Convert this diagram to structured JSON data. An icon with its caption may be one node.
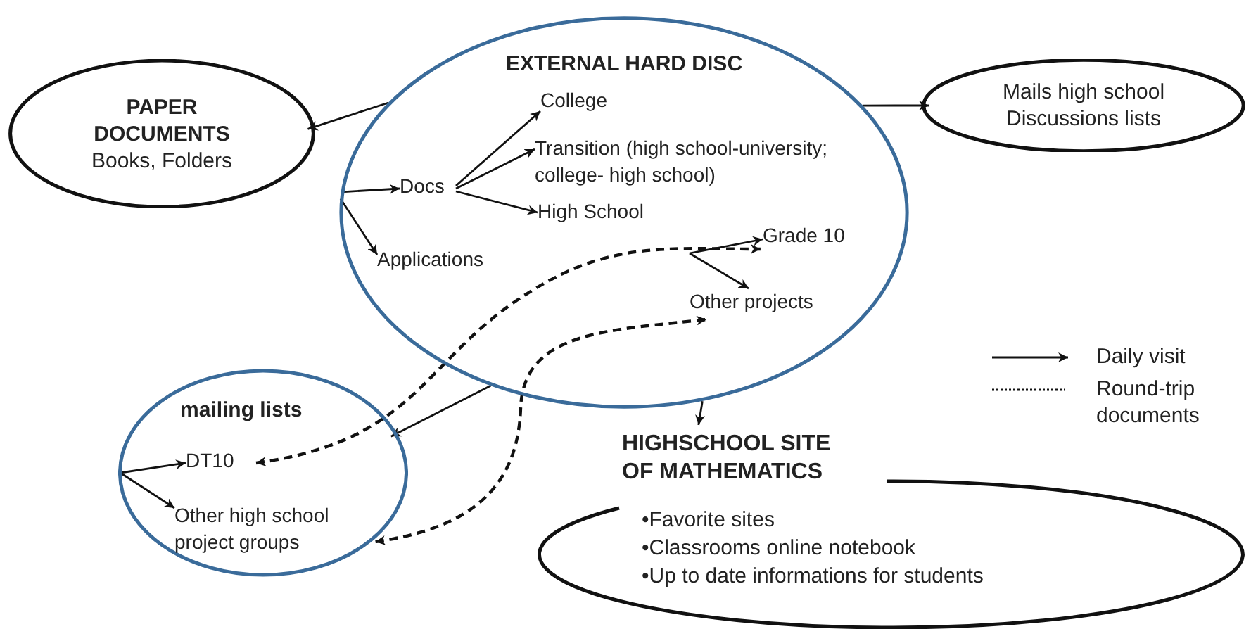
{
  "diagram": {
    "nodes": [
      {
        "text": [
          "PAPER DOCUMENTS",
          "Books, Folders"
        ]
      },
      {
        "text": [
          "EXTERNAL HARD DISC"
        ]
      },
      {
        "text": [
          "Docs"
        ],
        "in": 1
      },
      {
        "text": [
          "College"
        ],
        "in": 1
      },
      {
        "text": [
          "Transition (high school-university; college- high school)"
        ],
        "in": 1
      },
      {
        "text": [
          "High School"
        ],
        "in": 1
      },
      {
        "text": [
          "Applications"
        ],
        "in": 1
      },
      {
        "text": [
          "Grade 10"
        ],
        "in": 1
      },
      {
        "text": [
          "Other projects"
        ],
        "in": 1
      },
      {
        "text": [
          "Mails high school Discussions lists"
        ]
      },
      {
        "text": [
          "mailing lists"
        ]
      },
      {
        "text": [
          "DT10"
        ],
        "in": 10
      },
      {
        "text": [
          "Other high school project groups"
        ],
        "in": 10
      },
      {
        "text": [
          "HIGHSCHOOL SITE OF MATHEMATICS",
          "•Favorite sites",
          "•Classrooms online notebook",
          "•Up to date informations for students"
        ]
      }
    ],
    "edges": [
      {
        "from": 1,
        "to": 0,
        "arrow": "to"
      },
      {
        "from": 1,
        "to": 9,
        "arrow": "to"
      },
      {
        "from": 1,
        "to": 2,
        "arrow": "to"
      },
      {
        "from": 2,
        "to": 3,
        "arrow": "to"
      },
      {
        "from": 2,
        "to": 4,
        "arrow": "to"
      },
      {
        "from": 2,
        "to": 5,
        "arrow": "to"
      },
      {
        "from": 1,
        "to": 6,
        "arrow": "to"
      },
      {
        "from": null,
        "to": 7,
        "arrow": "to"
      },
      {
        "from": null,
        "to": 8,
        "arrow": "to"
      },
      {
        "from": 11,
        "to": 7,
        "arrow": "both",
        "style": "dashed"
      },
      {
        "from": 12,
        "to": 8,
        "arrow": "both",
        "style": "dashed"
      },
      {
        "from": 1,
        "to": 10,
        "arrow": "to"
      },
      {
        "from": 1,
        "to": 13,
        "arrow": "to"
      },
      {
        "from": 10,
        "to": 11,
        "arrow": "to"
      },
      {
        "from": 10,
        "to": 12,
        "arrow": "to"
      }
    ],
    "legend": [
      {
        "text": "Daily visit"
      },
      {
        "text": "Round-trip documents"
      }
    ]
  }
}
